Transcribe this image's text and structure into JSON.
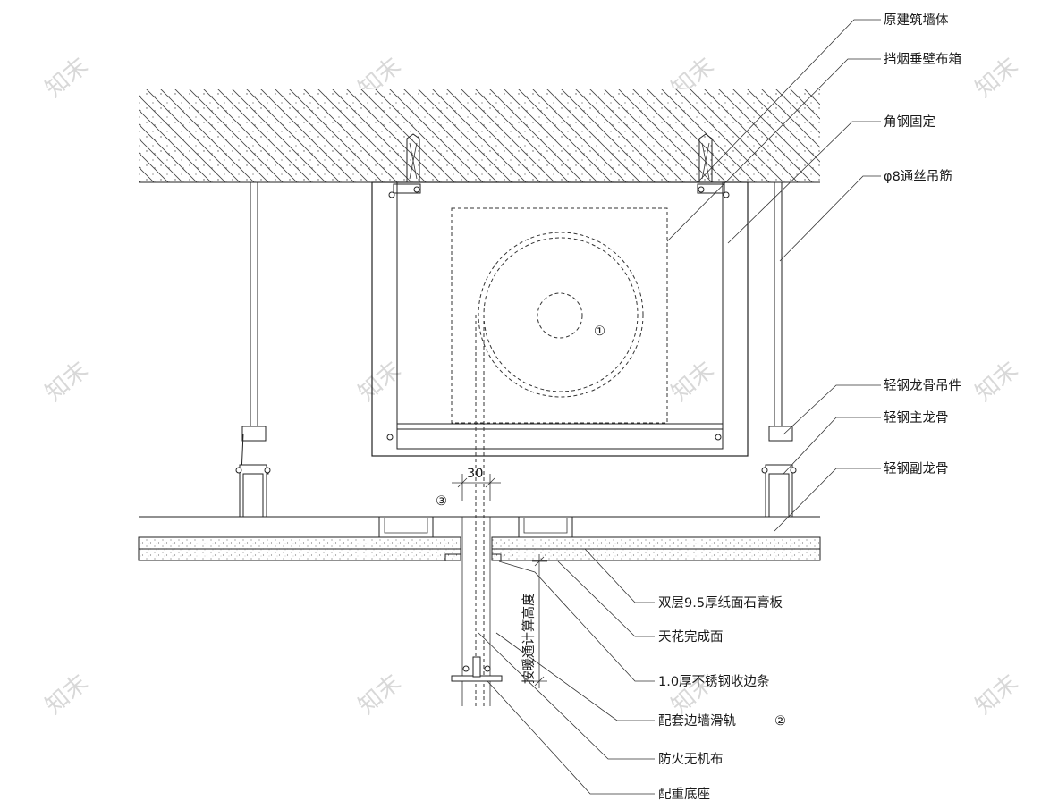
{
  "labels": {
    "wall": "原建筑墙体",
    "box": "挡烟垂壁布箱",
    "angle": "角钢固定",
    "rod": "φ8通丝吊筋",
    "hanger": "轻钢龙骨吊件",
    "main_keel": "轻钢主龙骨",
    "sub_keel": "轻钢副龙骨",
    "gypsum": "双层9.5厚纸面石膏板",
    "ceiling_face": "天花完成面",
    "trim": "1.0厚不锈钢收边条",
    "rail": "配套边墙滑轨",
    "cloth": "防火无机布",
    "base": "配重底座"
  },
  "markers": {
    "m1": "①",
    "m2": "②",
    "m3": "③"
  },
  "dimensions": {
    "gap": "30",
    "vertical": "按暖通计算高度"
  },
  "watermark": "知末"
}
